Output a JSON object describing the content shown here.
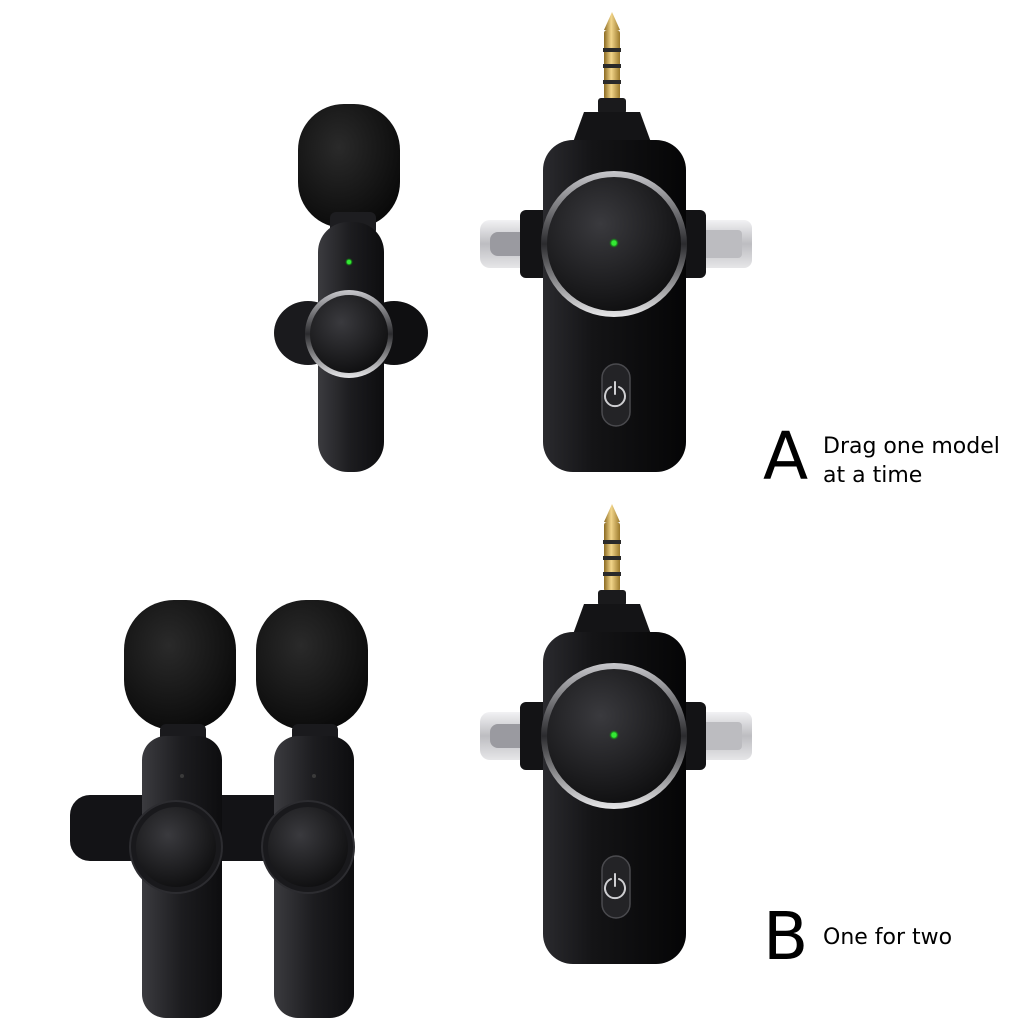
{
  "variants": [
    {
      "letter": "A",
      "lines": [
        "Drag one model",
        "at a time"
      ]
    },
    {
      "letter": "B",
      "lines": [
        "One for two"
      ]
    }
  ],
  "colors": {
    "background": "#ffffff",
    "device_body": "#101012",
    "led": "#35e835",
    "gold_contacts": "#c9a04a",
    "silver_plug": "#d8d8da"
  },
  "icons": [
    "power-icon"
  ]
}
